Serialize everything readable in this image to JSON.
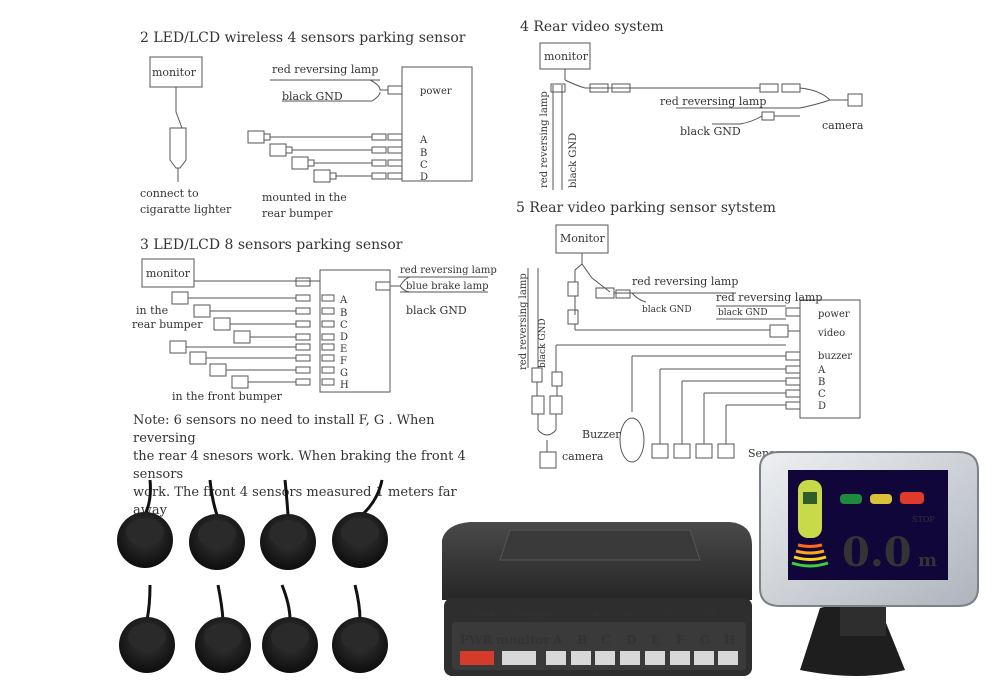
{
  "sections": {
    "s2": {
      "title": "2 LED/LCD  wireless  4  sensors  parking  sensor",
      "monitor": "monitor",
      "red_reversing_lamp": "red  reversing  lamp",
      "black_gnd": "black    GND",
      "power": "power",
      "ports": [
        "A",
        "B",
        "C",
        "D"
      ],
      "lighter_line1": "connect  to",
      "lighter_line2": "cigaratte  lighter",
      "mounted_line1": "mounted  in  the",
      "mounted_line2": "rear  bumper"
    },
    "s3": {
      "title": "3  LED/LCD  8 sensors  parking  sensor",
      "monitor": "monitor",
      "red_reversing_lamp": "red  reversing  lamp",
      "blue_brake_lamp": "blue   brake  lamp",
      "black_gnd": "black      GND",
      "ports": [
        "A",
        "B",
        "C",
        "D",
        "E",
        "F",
        "G",
        "H"
      ],
      "rear_line1": "in  the",
      "rear_line2": "rear  bumper",
      "front": "in  the  front  bumper"
    },
    "s4": {
      "title": "4  Rear  video   system",
      "monitor": "monitor",
      "red_reversing_lamp": "red   reversing  lamp",
      "black_gnd": "black     GND",
      "camera": "camera",
      "vertical_red": "red  reversing  lamp",
      "vertical_black": "black  GND"
    },
    "s5": {
      "title": "5  Rear  video  parking  sensor  sytstem",
      "monitor": "Monitor",
      "red_reversing_lamp_1": "red   reversing  lamp",
      "black_gnd_1": "black  GND",
      "red_reversing_lamp_2": "red   reversing  lamp",
      "black_gnd_2": "black  GND",
      "ports": [
        "power",
        "video",
        "buzzer",
        "A",
        "B",
        "C",
        "D"
      ],
      "buzzer": "Buzzer",
      "camera": "camera",
      "sensor": "Sensor",
      "vertical_red": "red  reversing  lamp",
      "vertical_black": "black  GND"
    }
  },
  "note": {
    "line1": "Note:   6  sensors  no need to install  F, G . When reversing",
    "line2": "the  rear 4 snesors work. When braking  the front 4 sensors",
    "line3": "work. The front 4 sensors measured 1 meters far away"
  },
  "control_box": {
    "top_labels": [
      "PWR",
      "monitor",
      "A",
      "B",
      "C",
      "D"
    ],
    "port_labels": [
      "PWR",
      "monitor",
      "A",
      "B",
      "C",
      "D",
      "E",
      "F",
      "G",
      "H"
    ]
  },
  "display": {
    "distance": "0.0",
    "unit": "m",
    "stop": "STOP"
  },
  "colors": {
    "line": "#555555",
    "sensor_body": "#1a1a1a",
    "box_body": "#2e2e2e",
    "pwr_port": "#d63a2a",
    "screen_bg": "#10063a",
    "digits": "#ffffff"
  }
}
